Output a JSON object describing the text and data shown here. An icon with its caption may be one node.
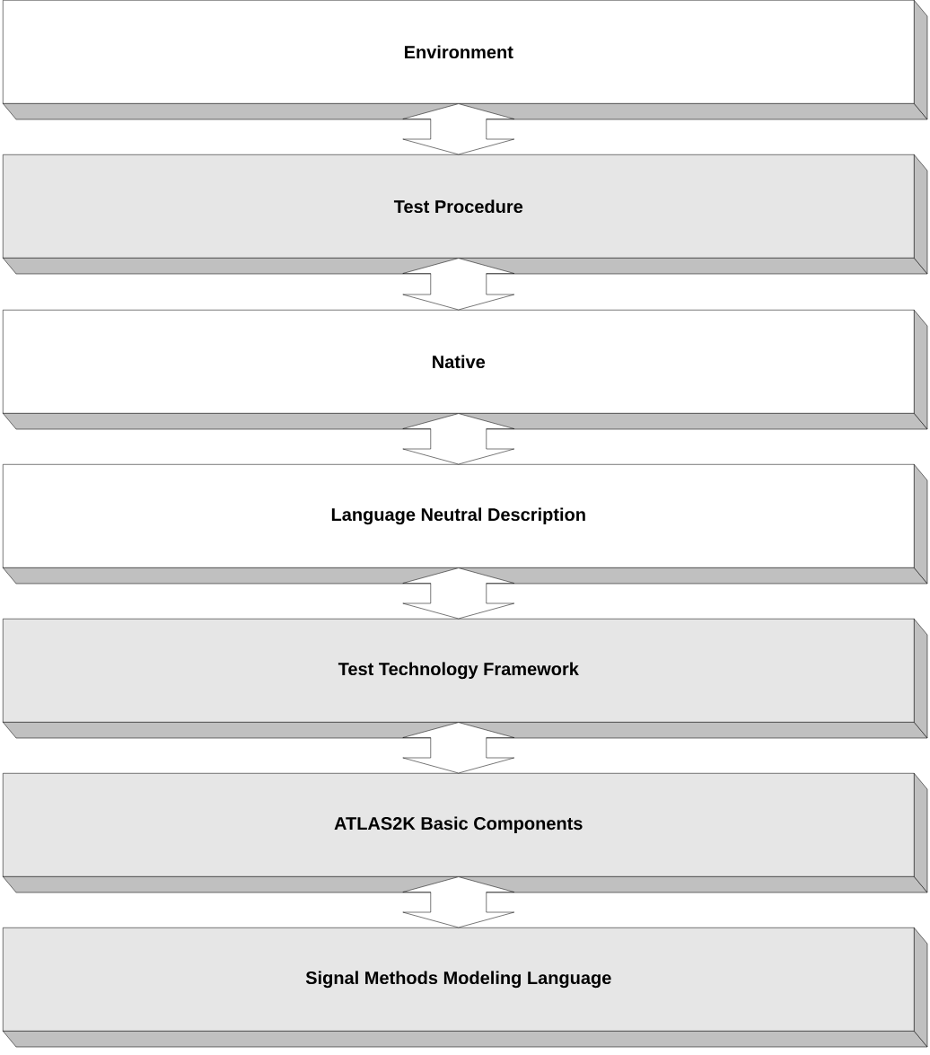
{
  "diagram": {
    "nodes": [
      {
        "text": [
          "Environment"
        ]
      },
      {
        "text": [
          "Test Procedure"
        ]
      },
      {
        "text": [
          "Native"
        ]
      },
      {
        "text": [
          "Language Neutral Description"
        ]
      },
      {
        "text": [
          "Test Technology Framework"
        ]
      },
      {
        "text": [
          "ATLAS2K Basic Components"
        ]
      },
      {
        "text": [
          "Signal Methods Modeling Language"
        ]
      }
    ],
    "edges": [
      {
        "from": 0,
        "to": 1,
        "arrow": "both"
      },
      {
        "from": 1,
        "to": 2,
        "arrow": "both"
      },
      {
        "from": 2,
        "to": 3,
        "arrow": "both"
      },
      {
        "from": 3,
        "to": 4,
        "arrow": "both"
      },
      {
        "from": 4,
        "to": 5,
        "arrow": "both"
      },
      {
        "from": 5,
        "to": 6,
        "arrow": "both"
      }
    ]
  }
}
